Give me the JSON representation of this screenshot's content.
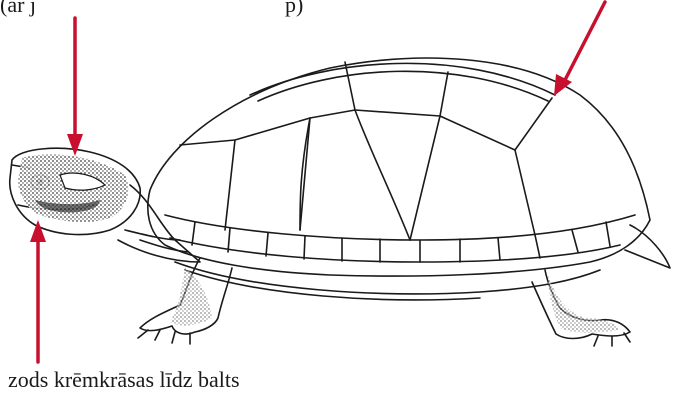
{
  "labels": {
    "top_left_partial": "(ar j",
    "top_middle_partial": "p)",
    "chin": "zods krēmkrāsas līdz balts"
  },
  "colors": {
    "arrow": "#c8102e",
    "ink": "#1a1a1a",
    "background": "#ffffff"
  },
  "illustration": {
    "subject": "turtle-line-drawing"
  }
}
